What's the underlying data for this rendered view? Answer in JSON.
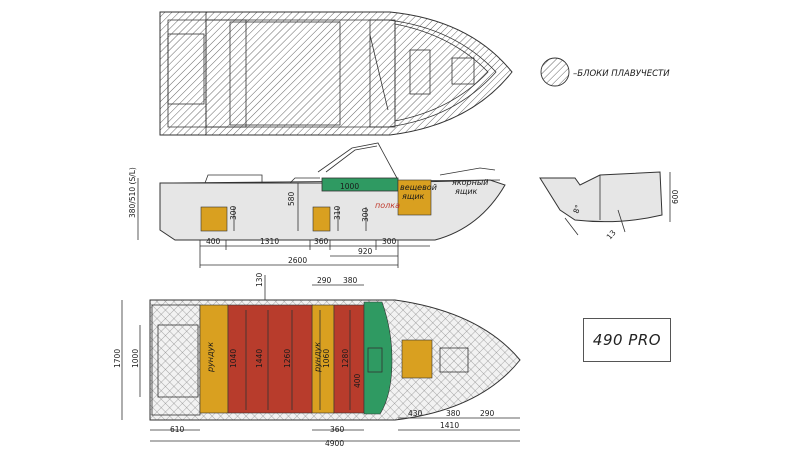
{
  "legend": {
    "text": "–БЛОКИ ПЛАВУЧЕСТИ"
  },
  "model": {
    "name": "490 PRO"
  },
  "side_view": {
    "height_label": "380/510 (S/L)",
    "dims": {
      "height_580": "580",
      "block_300_a": "300",
      "block_310": "310",
      "block_300_b": "300",
      "windshield_1000": "1000",
      "d400": "400",
      "d1310": "1310",
      "d360": "360",
      "d300": "300",
      "d920": "920",
      "d2600": "2600"
    },
    "labels": {
      "polka": "полка",
      "veshchevoy_1": "вещевой",
      "veshchevoy_2": "ящик",
      "yakorny_1": "якорный",
      "yakorny_2": "ящик"
    }
  },
  "transom_view": {
    "height": "600",
    "angle_deg": "8°",
    "angle_13": "13"
  },
  "plan_view": {
    "dims": {
      "w1700": "1700",
      "w1000": "1000",
      "d130": "130",
      "d290_top": "290",
      "d380_top": "380",
      "l1040": "1040",
      "l1440": "1440",
      "l1260": "1260",
      "l1060": "1060",
      "l1280": "1280",
      "d400": "400",
      "d610": "610",
      "d360": "360",
      "d4900": "4900",
      "d430": "430",
      "d380_bot": "380",
      "d290_bot": "290",
      "d1410": "1410"
    },
    "labels": {
      "rundük_1": "рундук",
      "rundük_2": "рундук"
    }
  },
  "colors": {
    "orange": "#d9a020",
    "red": "#b83c2c",
    "green": "#2f9a62",
    "hull_fill": "#e6e6e6",
    "hatch": "#555555"
  }
}
